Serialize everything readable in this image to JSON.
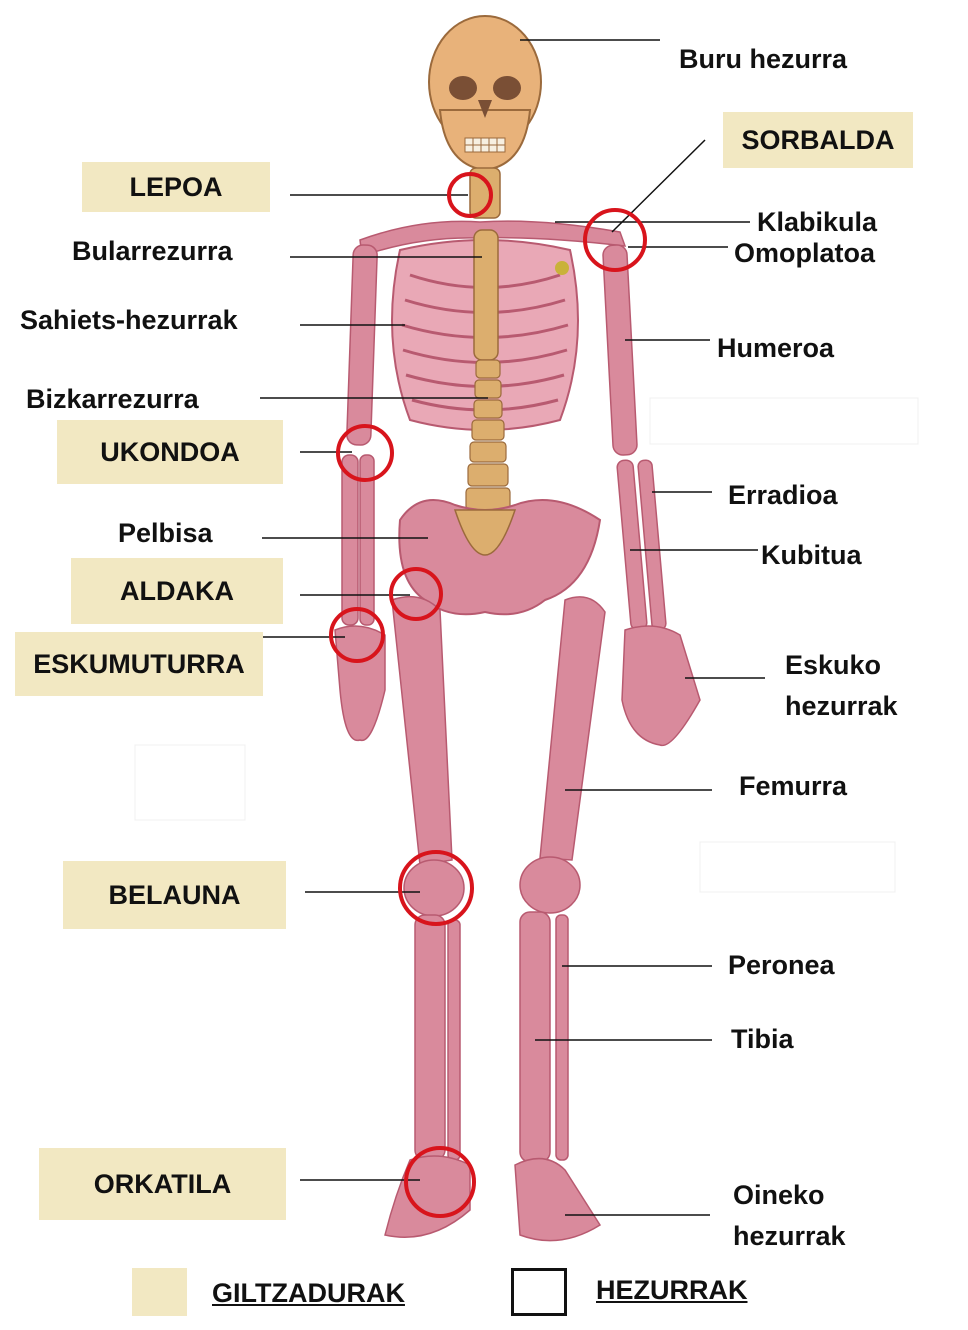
{
  "colors": {
    "joint_fill": "#f2e8c2",
    "circle": "#d8141c",
    "skull": "#e8b27a",
    "bone": "#d98a9c",
    "bone_dark": "#b85a70",
    "spine": "#dcae6e"
  },
  "bones": {
    "buru": "Buru hezurra",
    "klabikula": "Klabikula",
    "omoplatoa": "Omoplatoa",
    "bularrezurra": "Bularrezurra",
    "sahiets": "Sahiets-hezurrak",
    "humeroa": "Humeroa",
    "bizkarrezurra": "Bizkarrezurra",
    "erradioa": "Erradioa",
    "pelbisa": "Pelbisa",
    "kubitua": "Kubitua",
    "esku_1": "Eskuko",
    "esku_2": "hezurrak",
    "femurra": "Femurra",
    "peronea": "Peronea",
    "tibia": "Tibia",
    "oin_1": "Oineko",
    "oin_2": "hezurrak"
  },
  "joints": {
    "sorbalda": "SORBALDA",
    "lepoa": "LEPOA",
    "ukondoa": "UKONDOA",
    "aldaka": "ALDAKA",
    "eskumuturra": "ESKUMUTURRA",
    "belauna": "BELAUNA",
    "orkatila": "ORKATILA"
  },
  "legend": {
    "joints_label": "GILTZADURAK",
    "bones_label": "HEZURRAK"
  }
}
